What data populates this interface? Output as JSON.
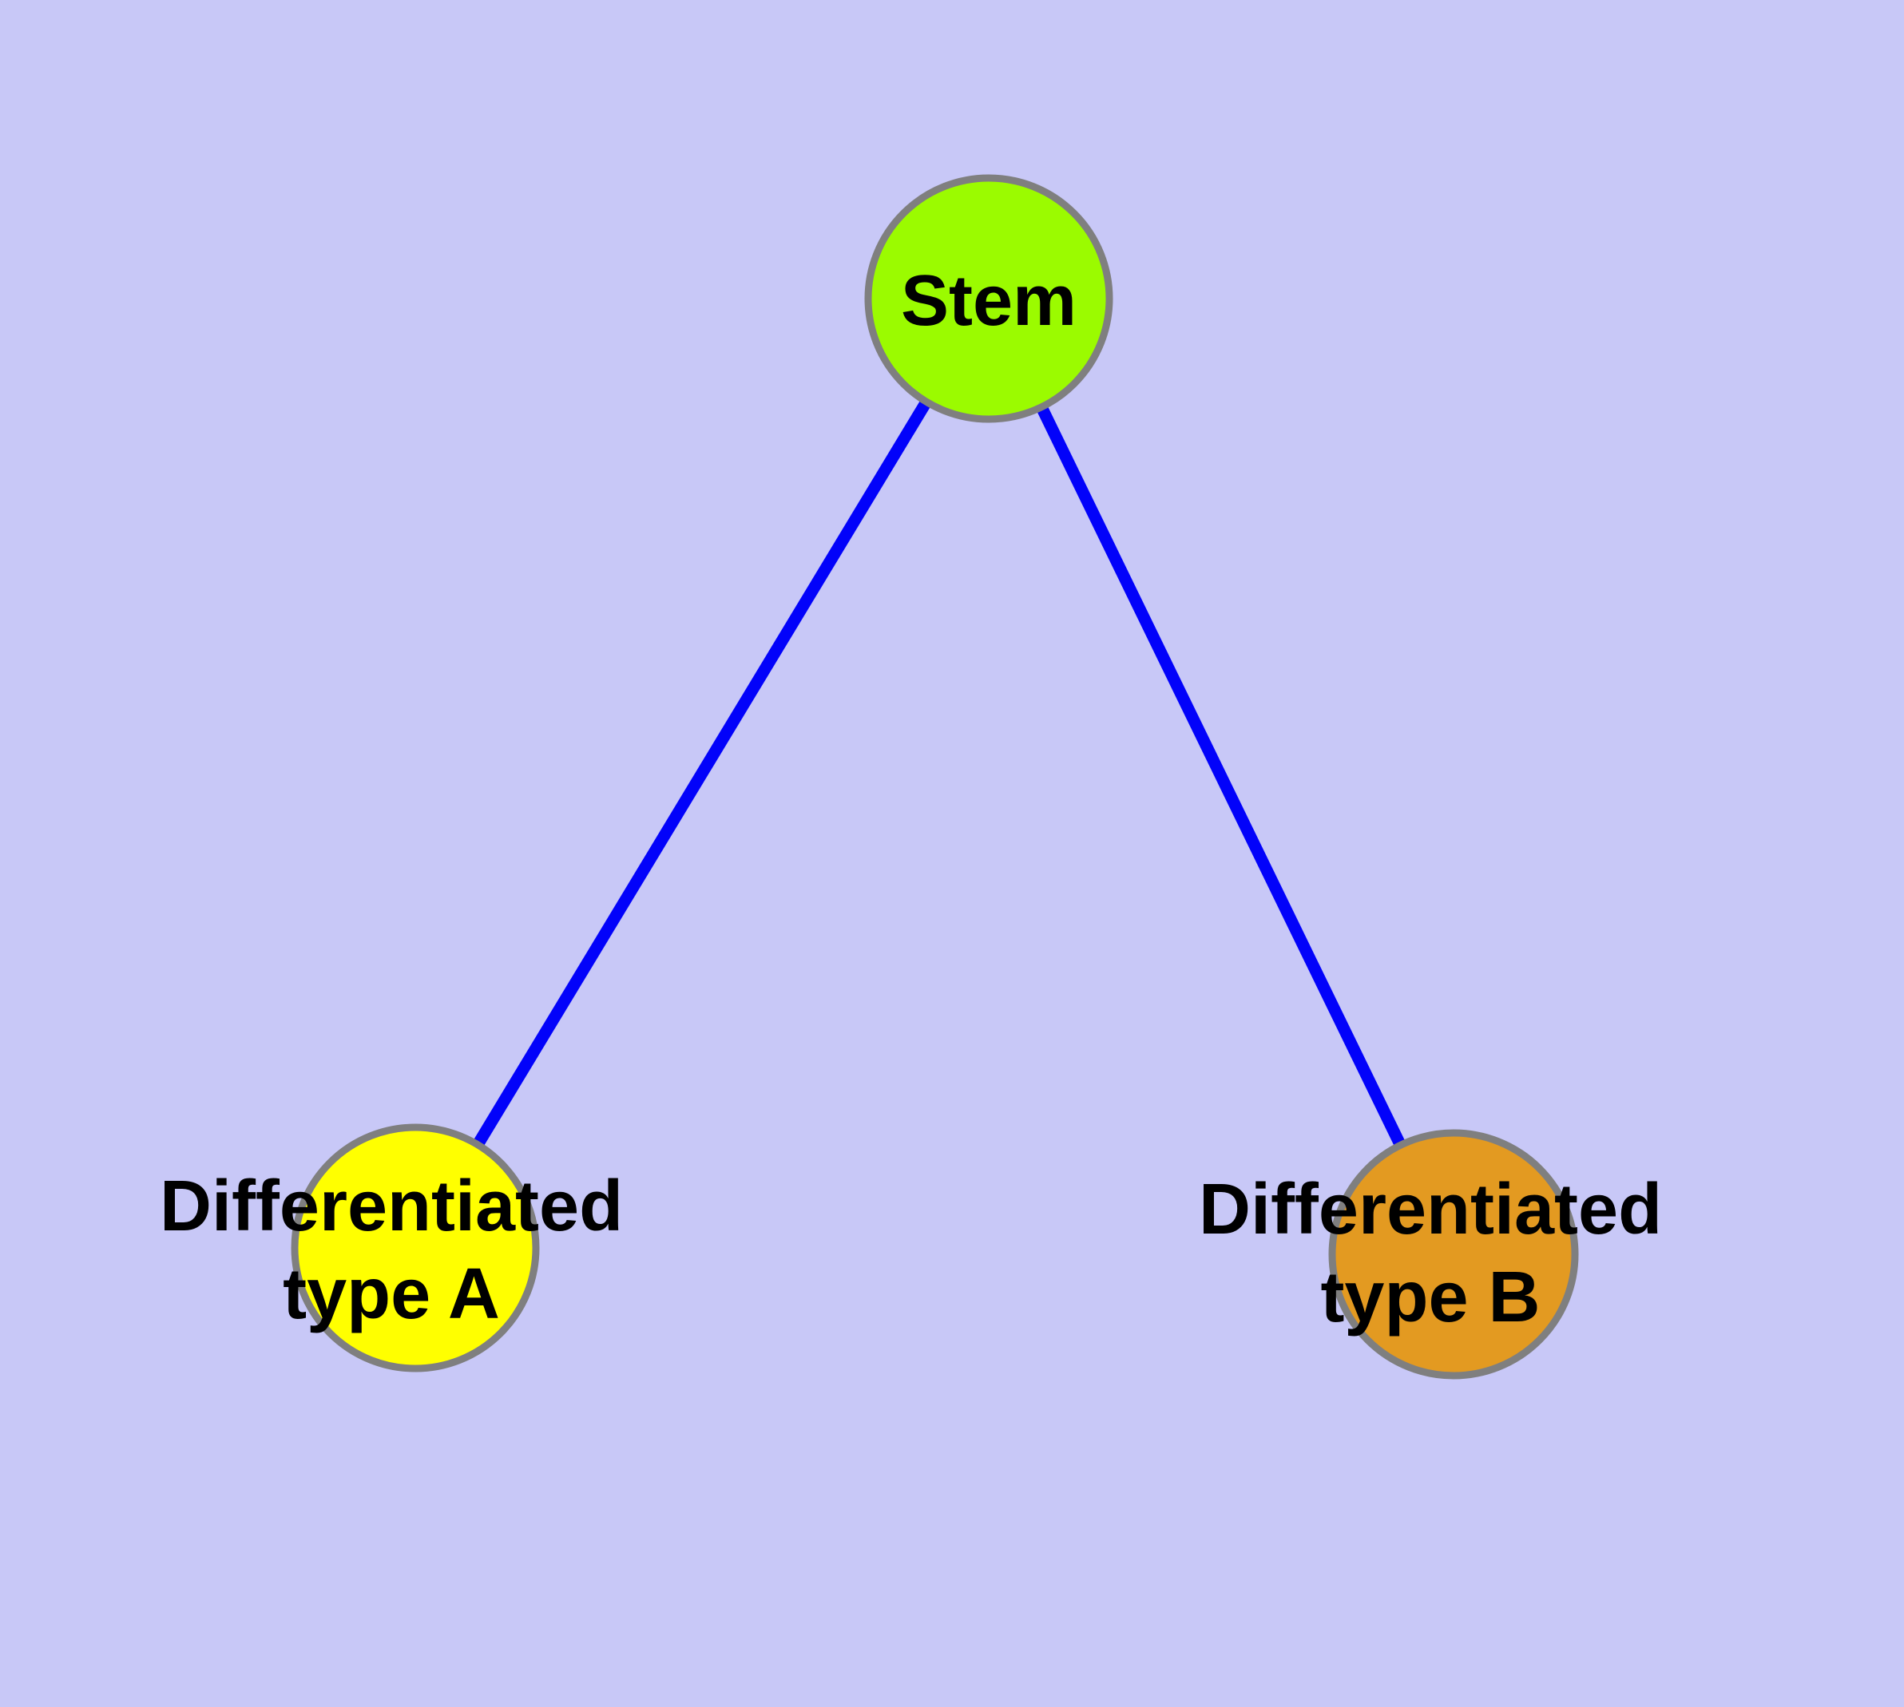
{
  "diagram": {
    "type": "graph",
    "background_color": "#C8C8F7",
    "edge_color": "#0202FA",
    "node_border_color": "#7F7F7F",
    "label_color": "#000000",
    "nodes": {
      "stem": {
        "label": "Stem",
        "color": "#9BFB00"
      },
      "type_a": {
        "label": "Differentiated\ntype A",
        "color": "#FFFF00"
      },
      "type_b": {
        "label": "Differentiated\ntype B",
        "color": "#E39A21"
      }
    },
    "edges": [
      {
        "from": "Stem",
        "to": "Differentiated type A"
      },
      {
        "from": "Stem",
        "to": "Differentiated type B"
      }
    ]
  }
}
